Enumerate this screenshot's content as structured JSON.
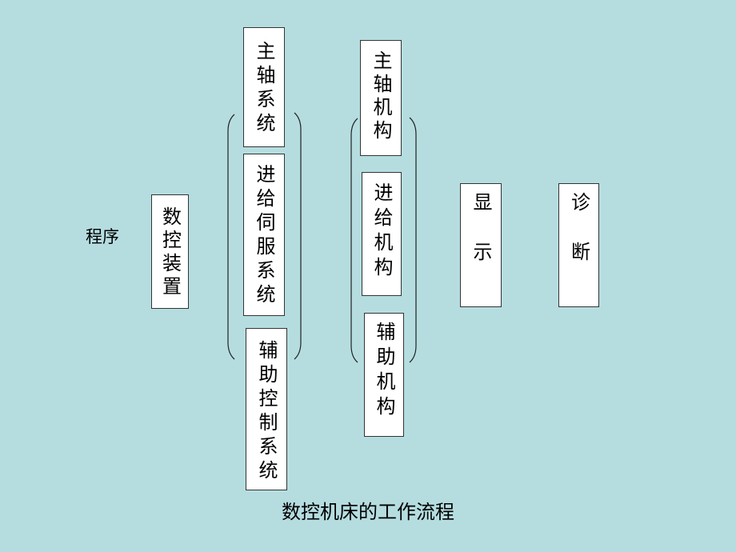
{
  "input_label": "程序",
  "nodes": {
    "cnc_device": "数控装置",
    "spindle_system": "主轴系统",
    "feed_servo_system": "进给伺服系统",
    "aux_control_system": "辅助控制系统",
    "spindle_mechanism": "主轴机构",
    "feed_mechanism": "进给机构",
    "aux_mechanism": "辅助机构",
    "display": "显示",
    "diagnosis": "诊断"
  },
  "caption": "数控机床的工作流程"
}
